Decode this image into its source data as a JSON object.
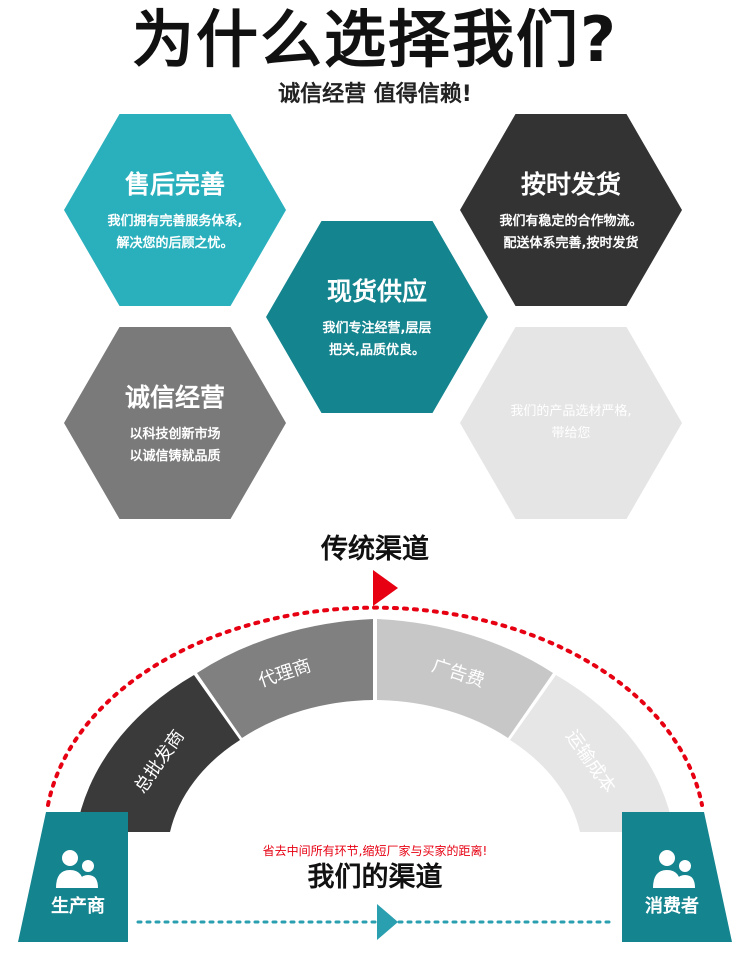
{
  "header": {
    "title": "为什么选择我们?",
    "subtitle": "诚信经营 值得信赖!"
  },
  "hexagons": [
    {
      "title": "售后完善",
      "lines": [
        "我们拥有完善服务体系,",
        "解决您的后顾之忧。"
      ],
      "color": "#2ab0bd"
    },
    {
      "title": "按时发货",
      "lines": [
        "我们有稳定的合作物流。",
        "配送体系完善,按时发货"
      ],
      "color": "#333333"
    },
    {
      "title": "现货供应",
      "lines": [
        "我们专注经营,层层",
        "把关,品质优良。"
      ],
      "color": "#14848f"
    },
    {
      "title": "诚信经营",
      "lines": [
        "以科技创新市场",
        "以诚信铸就品质"
      ],
      "color": "#7a7a7a"
    },
    {
      "title": "",
      "lines": [
        "我们的产品选材严格,",
        "带给您"
      ],
      "color": "#e5e5e5"
    }
  ],
  "channel": {
    "traditional_title": "传统渠道",
    "segments": [
      {
        "label": "总批发商",
        "color": "#3a3a3a"
      },
      {
        "label": "代理商",
        "color": "#808080"
      },
      {
        "label": "广告费",
        "color": "#c7c7c7"
      },
      {
        "label": "运输成本",
        "color": "#e6e6e6"
      }
    ],
    "producer": {
      "label": "生产商",
      "color": "#14848f",
      "icon": "people-icon"
    },
    "consumer": {
      "label": "消费者",
      "color": "#14848f",
      "icon": "people-icon"
    },
    "note": "省去中间所有环节,缩短厂家与买家的距离!",
    "our_title": "我们的渠道",
    "arc_color": "#e60012",
    "arrow_color": "#2a9fb0"
  }
}
